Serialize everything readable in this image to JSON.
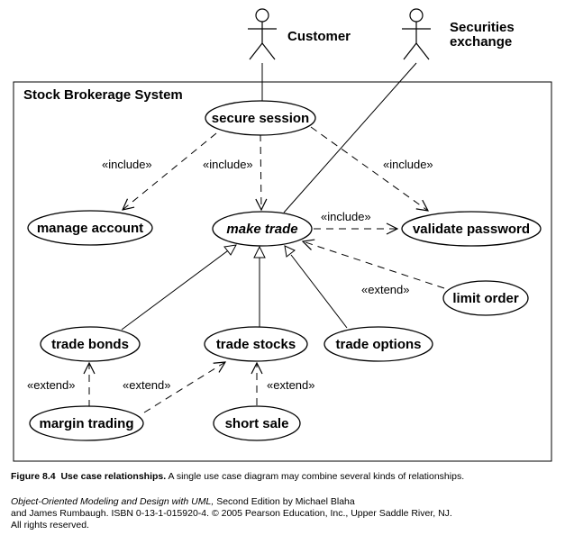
{
  "system_title": "Stock Brokerage System",
  "actors": {
    "customer": "Customer",
    "securities": [
      "Securities",
      "exchange"
    ]
  },
  "use_cases": {
    "secure_session": "secure session",
    "manage_account": "manage account",
    "make_trade": "make trade",
    "validate_password": "validate password",
    "limit_order": "limit order",
    "trade_bonds": "trade bonds",
    "trade_stocks": "trade stocks",
    "trade_options": "trade options",
    "margin_trading": "margin trading",
    "short_sale": "short sale"
  },
  "stereotypes": {
    "include": "«include»",
    "extend": "«extend»"
  },
  "caption": {
    "figure_label": "Figure 8.4",
    "figure_title": "Use case relationships.",
    "figure_text": " A single use case diagram may combine several kinds of relationships.",
    "book_title": "Object-Oriented Modeling and Design with UML,",
    "book_rest": " Second Edition by Michael Blaha",
    "line2": "and James Rumbaugh. ISBN 0-13-1-015920-4. © 2005 Pearson Education, Inc., Upper Saddle River, NJ.",
    "line3": "All rights reserved."
  }
}
